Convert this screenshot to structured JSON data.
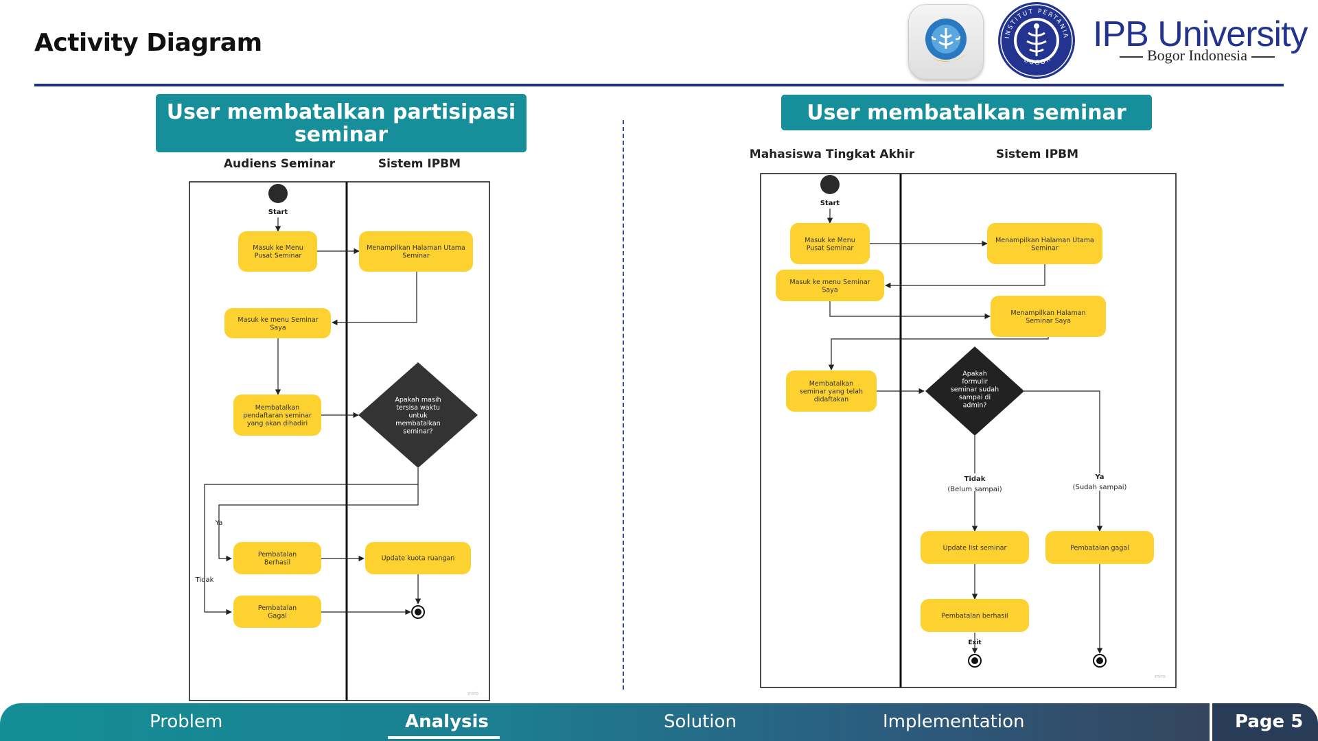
{
  "slide": {
    "title": "Activity Diagram"
  },
  "logos": {
    "university_name": "IPB University",
    "university_subtitle": "Bogor Indonesia",
    "seal_text": "INSTITUT PERTANIAN BOGOR"
  },
  "left_panel": {
    "banner": "User membatalkan partisipasi seminar",
    "lane1": "Audiens Seminar",
    "lane2": "Sistem IPBM",
    "start_label": "Start",
    "nodes": {
      "n1": [
        "Masuk ke Menu",
        "Pusat Seminar"
      ],
      "n2": [
        "Menampilkan Halaman Utama",
        "Seminar"
      ],
      "n3": [
        "Masuk ke menu Seminar",
        "Saya"
      ],
      "n4": [
        "Membatalkan",
        "pendaftaran seminar",
        "yang akan dihadiri"
      ],
      "decision": [
        "Apakah masih",
        "tersisa waktu",
        "untuk",
        "membatalkan",
        "seminar?"
      ],
      "n5": [
        "Pembatalan",
        "Berhasil"
      ],
      "n6": [
        "Update kuota ruangan"
      ],
      "n7": [
        "Pembatalan",
        "Gagal"
      ]
    },
    "edge_yes": "Ya",
    "edge_no": "Tidak",
    "watermark": "miro"
  },
  "right_panel": {
    "banner": "User membatalkan seminar",
    "lane1": "Mahasiswa Tingkat Akhir",
    "lane2": "Sistem IPBM",
    "start_label": "Start",
    "nodes": {
      "m1": [
        "Masuk ke Menu",
        "Pusat Seminar"
      ],
      "m2": [
        "Menampilkan Halaman Utama",
        "Seminar"
      ],
      "m3": [
        "Masuk ke menu Seminar",
        "Saya"
      ],
      "m4": [
        "Menampilkan Halaman",
        "Seminar Saya"
      ],
      "m5": [
        "Membatalkan",
        "seminar yang telah",
        "didaftakan"
      ],
      "decision": [
        "Apakah",
        "formulir",
        "seminar sudah",
        "sampai di",
        "admin?"
      ],
      "m6": [
        "Update list seminar"
      ],
      "m7": [
        "Pembatalan gagal"
      ],
      "m8": [
        "Pembatalan berhasil"
      ]
    },
    "edge_no": "Tidak",
    "edge_no_sub": "(Belum sampai)",
    "edge_yes": "Ya",
    "edge_yes_sub": "(Sudah sampai)",
    "exit_label": "Exit",
    "watermark": "miro"
  },
  "footer": {
    "tabs": [
      "Problem",
      "Analysis",
      "Solution",
      "Implementation"
    ],
    "active_tab": "Analysis",
    "page": "Page 5"
  },
  "colors": {
    "node": "#fdd130",
    "decision": "#333333",
    "banner": "#178f9a",
    "rule": "#23307a",
    "brand": "#22348f"
  }
}
